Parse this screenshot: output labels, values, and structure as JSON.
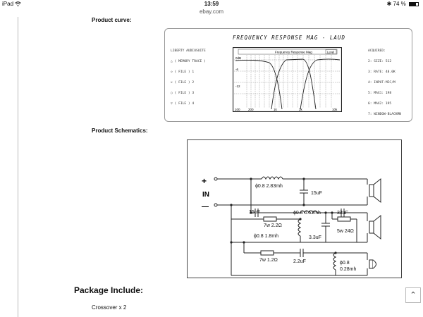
{
  "status": {
    "device": "iPad",
    "wifi_icon": "wifi-icon",
    "time": "13:59",
    "bluetooth": "✱",
    "battery": "74 %"
  },
  "browser": {
    "url": "ebay.com"
  },
  "sections": {
    "curve_label": "Product curve:",
    "schem_label": "Product Schematics:",
    "package_title": "Package Include:",
    "package_item": "Crossover x 2"
  },
  "curve": {
    "heading": "FREQUENCY RESPONSE MAG - LAUD",
    "software": "LIBERTY AUDIOSUITE",
    "left_legend": [
      "△ ( MEMORY TRACE )",
      "◇ ( FILE ) 1",
      "✕ ( FILE ) 2",
      "○ ( FILE ) 3",
      "▽ ( FILE ) 4"
    ],
    "right_legend": [
      "ACQUIRED:",
      "2: SIZE: 512",
      "3: RATE: 48.0K",
      "4: INPUT-MIC/M",
      "5: MAX1: 198",
      "6: MAX2: 195",
      "7: WINDOW-BLACKMN"
    ],
    "plot_title": "Frequency Response Mag",
    "plot_tag": "Level",
    "y_labels": [
      "0dB",
      "-6",
      "-12"
    ],
    "x_labels": [
      "100",
      "200",
      "1k",
      "2k",
      "10k"
    ]
  },
  "schematic": {
    "plus": "+",
    "in": "IN",
    "minus": "—",
    "parts": {
      "l1": "ϕ0.8  2.83mh",
      "c1": "15uF",
      "c2": "15uF",
      "l2": "ϕ0.8  0.52mh",
      "c3": "33uF",
      "r1": "7w 2.2Ω",
      "l3": "ϕ0.8  1.8mh",
      "c4": "3.3uF",
      "r2": "5w 24Ω",
      "r3": "7w 1.2Ω",
      "c5": "2.2uF",
      "l4a": "ϕ0.8",
      "l4b": "0.28mh"
    }
  }
}
